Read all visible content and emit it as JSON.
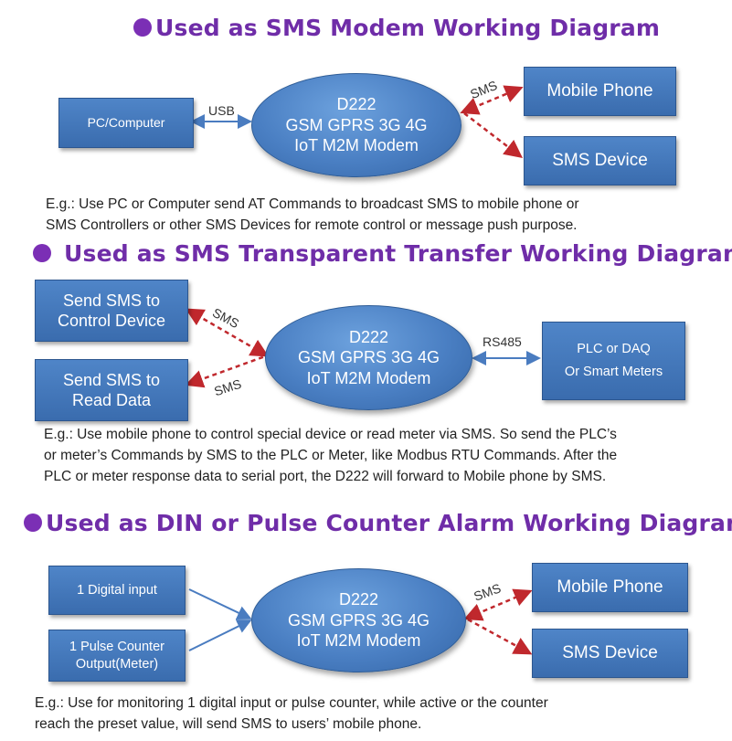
{
  "sections": [
    {
      "title": "Used as SMS Modem Working Diagram",
      "left_boxes": [
        "PC/Computer"
      ],
      "modem": {
        "line1": "D222",
        "line2": "GSM GPRS 3G 4G",
        "line3": "IoT M2M Modem"
      },
      "left_link_label": "USB",
      "right_link_label": "SMS",
      "right_boxes": [
        "Mobile Phone",
        "SMS Device"
      ],
      "description": [
        "E.g.: Use PC or Computer send AT Commands to broadcast SMS to mobile phone or",
        "SMS Controllers or other SMS Devices for remote control or message push purpose."
      ]
    },
    {
      "title": "Used as SMS Transparent Transfer Working Diagram",
      "left_boxes": [
        {
          "line1": "Send SMS to",
          "line2": "Control Device"
        },
        {
          "line1": "Send SMS to",
          "line2": "Read Data"
        }
      ],
      "left_link_labels": [
        "SMS",
        "SMS"
      ],
      "modem": {
        "line1": "D222",
        "line2": "GSM GPRS 3G 4G",
        "line3": "IoT M2M Modem"
      },
      "right_link_label": "RS485",
      "right_box": {
        "line1": "PLC or DAQ",
        "line2": "Or  Smart Meters"
      },
      "description": [
        "E.g.: Use mobile phone to control special device or read meter via SMS. So send the PLC’s",
        "or meter’s Commands by SMS  to the PLC or Meter, like Modbus RTU Commands. After the",
        "PLC or meter response data to serial port, the D222 will forward to Mobile phone by SMS."
      ]
    },
    {
      "title": "Used as DIN or Pulse Counter Alarm Working Diagram",
      "left_boxes": [
        {
          "line1": "1 Digital input",
          "line2": ""
        },
        {
          "line1": "1 Pulse Counter",
          "line2": "Output(Meter)"
        }
      ],
      "modem": {
        "line1": "D222",
        "line2": "GSM GPRS 3G 4G",
        "line3": "IoT M2M Modem"
      },
      "right_link_label": "SMS",
      "right_boxes": [
        "Mobile Phone",
        "SMS Device"
      ],
      "description": [
        "E.g.: Use for monitoring 1 digital input or pulse counter, while active or the counter",
        "reach the preset value, will send SMS to users’ mobile phone."
      ]
    }
  ],
  "colors": {
    "title": "#6f2da8",
    "bullet": "#7b2fb5",
    "box": "#3f73b8",
    "sms_arrow": "#c0282d",
    "link_arrow": "#4a7cc0"
  }
}
